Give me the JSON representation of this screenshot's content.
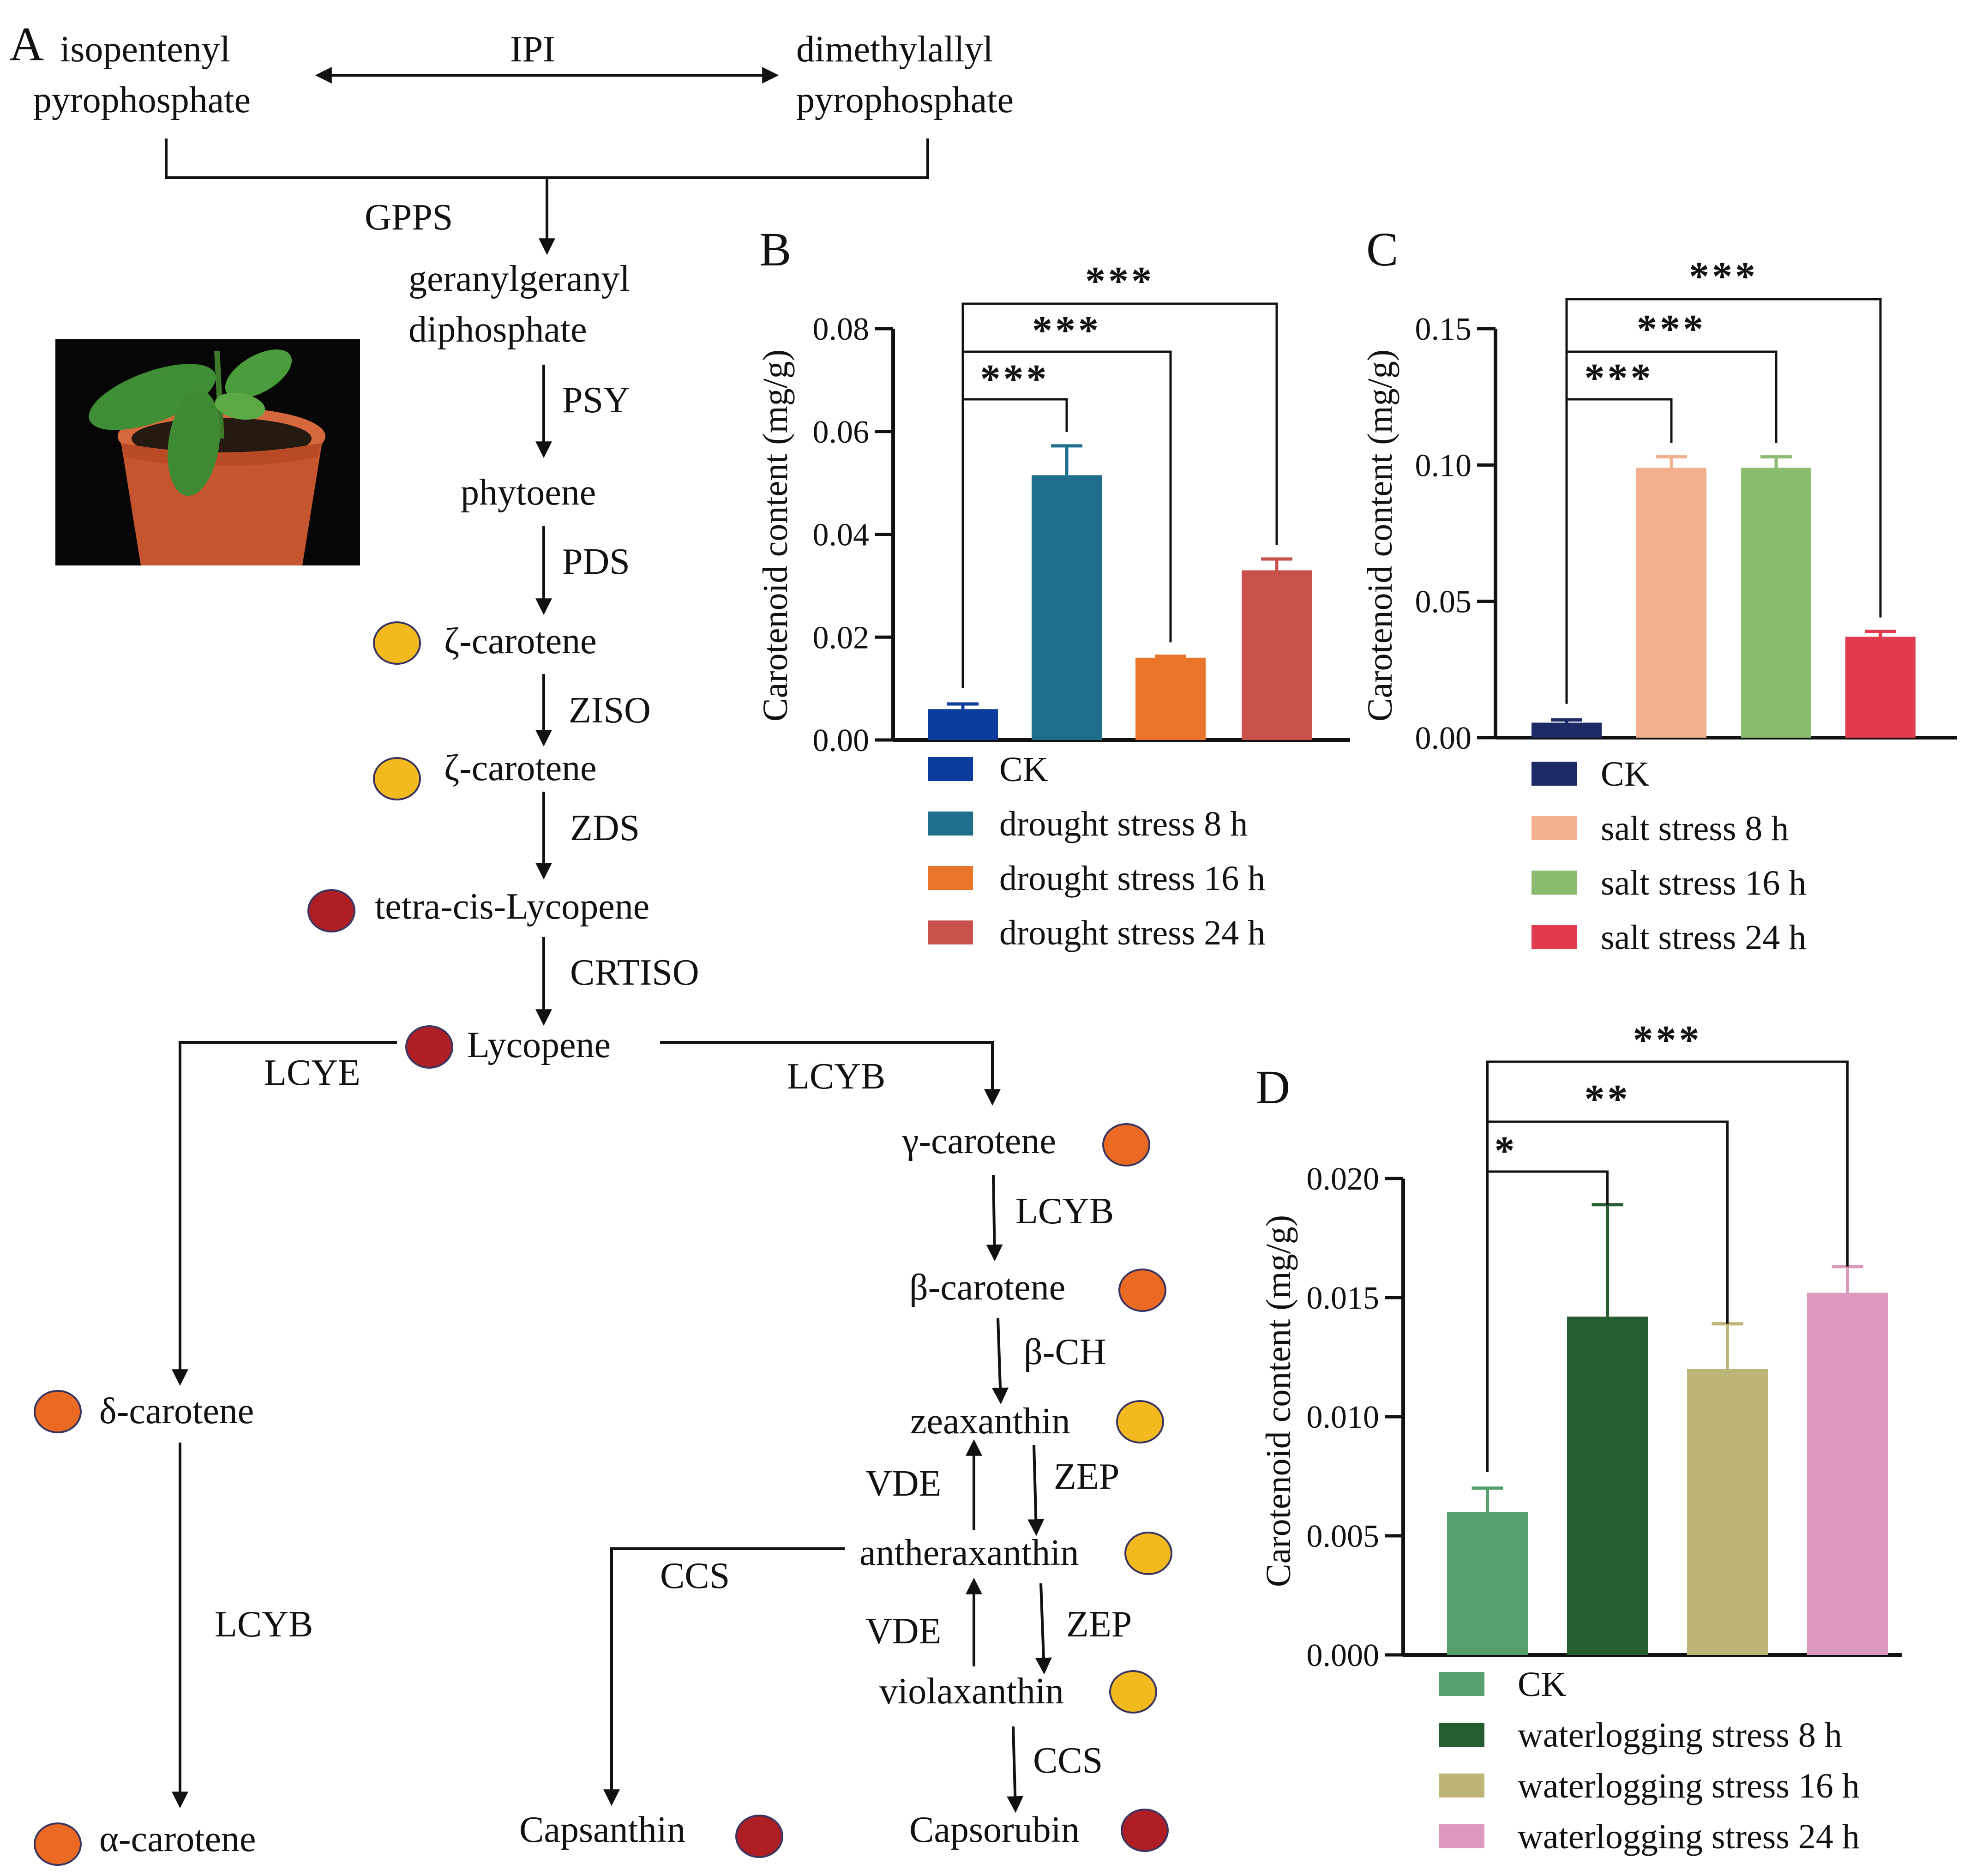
{
  "colors": {
    "dot_yellow": "#F2BA1E",
    "dot_orange": "#EB6A23",
    "dot_red": "#B01E25",
    "dot_stroke": "#3a3560"
  },
  "pathway": {
    "panel_label": "A",
    "ipp_line1": "isopentenyl",
    "ipp_line2": "pyrophosphate",
    "dmapp_line1": "dimethylallyl",
    "dmapp_line2": "pyrophosphate",
    "ggpp_line1": "geranylgeranyl",
    "ggpp_line2": "diphosphate",
    "compounds": {
      "phytoene": "phytoene",
      "zeta1": "ζ-carotene",
      "zeta2": "ζ-carotene",
      "tetra_cis_lycopene": "tetra-cis-Lycopene",
      "lycopene": "Lycopene",
      "gamma_carotene": "γ-carotene",
      "beta_carotene": "β-carotene",
      "zeaxanthin": "zeaxanthin",
      "antheraxanthin": "antheraxanthin",
      "violaxanthin": "violaxanthin",
      "capsanthin": "Capsanthin",
      "capsorubin": "Capsorubin",
      "delta_carotene": "δ-carotene",
      "alpha_carotene": "α-carotene"
    },
    "enzymes": {
      "ipi": "IPI",
      "gpps": "GPPS",
      "psy": "PSY",
      "pds": "PDS",
      "ziso": "ZISO",
      "zds": "ZDS",
      "crtiso": "CRTISO",
      "lcye": "LCYE",
      "lcyb_branch": "LCYB",
      "lcyb_gamma": "LCYB",
      "beta_ch": "β-CH",
      "vde1": "VDE",
      "zep1": "ZEP",
      "vde2": "VDE",
      "zep2": "ZEP",
      "ccs_left": "CCS",
      "ccs_bottom": "CCS",
      "lcyb_delta": "LCYB"
    }
  },
  "chart_data": [
    {
      "panel": "B",
      "type": "bar",
      "ylabel": "Carotenoid content (mg/g)",
      "ylim": [
        0,
        0.08
      ],
      "yticks": [
        "0.00",
        "0.02",
        "0.04",
        "0.06",
        "0.08"
      ],
      "categories": [
        "CK",
        "drought stress 8 h",
        "drought stress 16 h",
        "drought stress 24 h"
      ],
      "values": [
        0.006,
        0.0515,
        0.016,
        0.033
      ],
      "errors": [
        0.001,
        0.0057,
        0.0003,
        0.0022
      ],
      "colors": [
        "#0D3D9C",
        "#1E6E8C",
        "#E8752A",
        "#C9514B"
      ],
      "significance": [
        {
          "compare": "CK vs drought stress 8 h",
          "label": "***"
        },
        {
          "compare": "CK vs drought stress 16 h",
          "label": "***"
        },
        {
          "compare": "CK vs drought stress 24 h",
          "label": "***"
        }
      ],
      "legend": [
        "CK",
        "drought stress 8 h",
        "drought stress 16 h",
        "drought stress 24 h"
      ],
      "legend_position": "bottom"
    },
    {
      "panel": "C",
      "type": "bar",
      "ylabel": "Carotenoid content (mg/g)",
      "ylim": [
        0,
        0.15
      ],
      "yticks": [
        "0.00",
        "0.05",
        "0.10",
        "0.15"
      ],
      "categories": [
        "CK",
        "salt stress 8 h",
        "salt stress 16 h",
        "salt stress 24 h"
      ],
      "values": [
        0.0055,
        0.099,
        0.099,
        0.037
      ],
      "errors": [
        0.001,
        0.004,
        0.004,
        0.002
      ],
      "colors": [
        "#1C2B65",
        "#F2B08F",
        "#8BBB6F",
        "#E23B4F"
      ],
      "significance": [
        {
          "compare": "CK vs salt stress 8 h",
          "label": "***"
        },
        {
          "compare": "CK vs salt stress 16 h",
          "label": "***"
        },
        {
          "compare": "CK vs salt stress 24 h",
          "label": "***"
        }
      ],
      "legend": [
        "CK",
        "salt stress 8 h",
        "salt stress 16 h",
        "salt stress 24 h"
      ],
      "legend_position": "bottom"
    },
    {
      "panel": "D",
      "type": "bar",
      "ylabel": "Carotenoid content (mg/g)",
      "ylim": [
        0,
        0.02
      ],
      "yticks": [
        "0.000",
        "0.005",
        "0.010",
        "0.015",
        "0.020"
      ],
      "categories": [
        "CK",
        "waterlogging stress 8 h",
        "waterlogging stress 16 h",
        "waterlogging stress 24 h"
      ],
      "values": [
        0.006,
        0.0142,
        0.012,
        0.0152
      ],
      "errors": [
        0.001,
        0.0047,
        0.0019,
        0.0011
      ],
      "colors": [
        "#57A06E",
        "#245E2E",
        "#BDB578",
        "#DD98BE"
      ],
      "significance": [
        {
          "compare": "CK vs waterlogging stress 8 h",
          "label": "*"
        },
        {
          "compare": "CK vs waterlogging stress 16 h",
          "label": "**"
        },
        {
          "compare": "CK vs waterlogging stress 24 h",
          "label": "***"
        }
      ],
      "legend": [
        "CK",
        "waterlogging stress 8 h",
        "waterlogging stress 16 h",
        "waterlogging stress 24 h"
      ],
      "legend_position": "bottom"
    }
  ]
}
